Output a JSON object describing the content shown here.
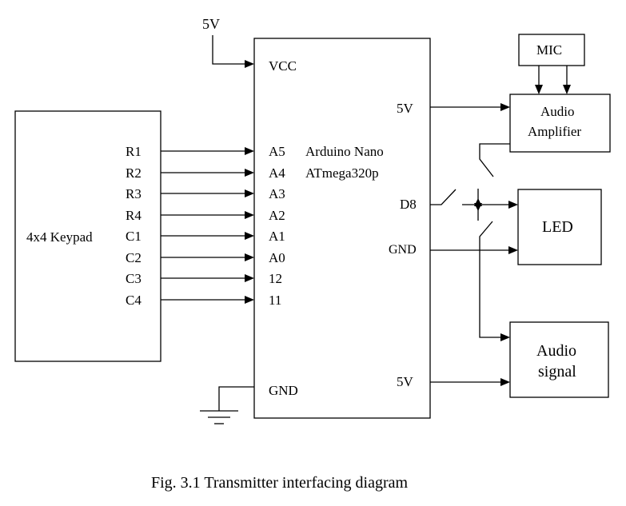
{
  "supply_top": "5V",
  "keypad": {
    "label": "4x4 Keypad",
    "rows": [
      "R1",
      "R2",
      "R3",
      "R4",
      "C1",
      "C2",
      "C3",
      "C4"
    ]
  },
  "arduino": {
    "title_line1": "Arduino Nano",
    "title_line2": "ATmega320p",
    "vcc": "VCC",
    "pins_left": [
      "A5",
      "A4",
      "A3",
      "A2",
      "A1",
      "A0",
      "12",
      "11"
    ],
    "gnd_left": "GND",
    "pin_5v_top": "5V",
    "pin_d8": "D8",
    "pin_gnd_right": "GND",
    "pin_5v_bottom": "5V"
  },
  "mic": "MIC",
  "amplifier": {
    "line1": "Audio",
    "line2": "Amplifier"
  },
  "led": "LED",
  "audio_signal": {
    "line1": "Audio",
    "line2": "signal"
  },
  "caption": "Fig. 3.1 Transmitter interfacing diagram"
}
